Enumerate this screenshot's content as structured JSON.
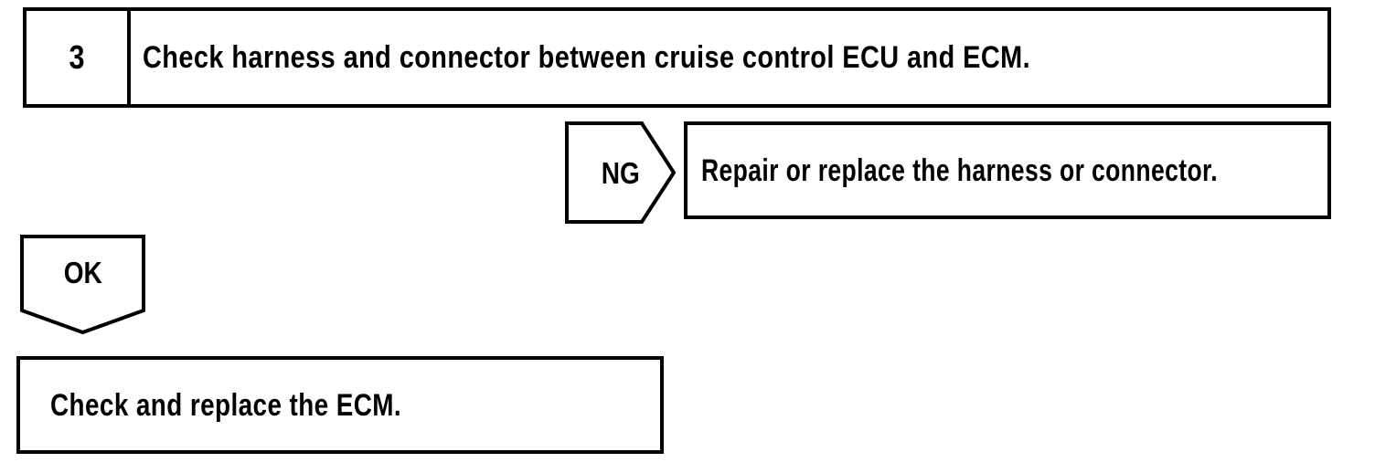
{
  "colors": {
    "ink": "#000000",
    "paper": "#ffffff"
  },
  "step_box": {
    "number": "3",
    "instruction": "Check harness and connector between cruise control ECU and ECM."
  },
  "ng_branch": {
    "label": "NG",
    "action": "Repair or replace the harness or connector."
  },
  "ok_branch": {
    "label": "OK",
    "action": "Check and replace the ECM."
  }
}
